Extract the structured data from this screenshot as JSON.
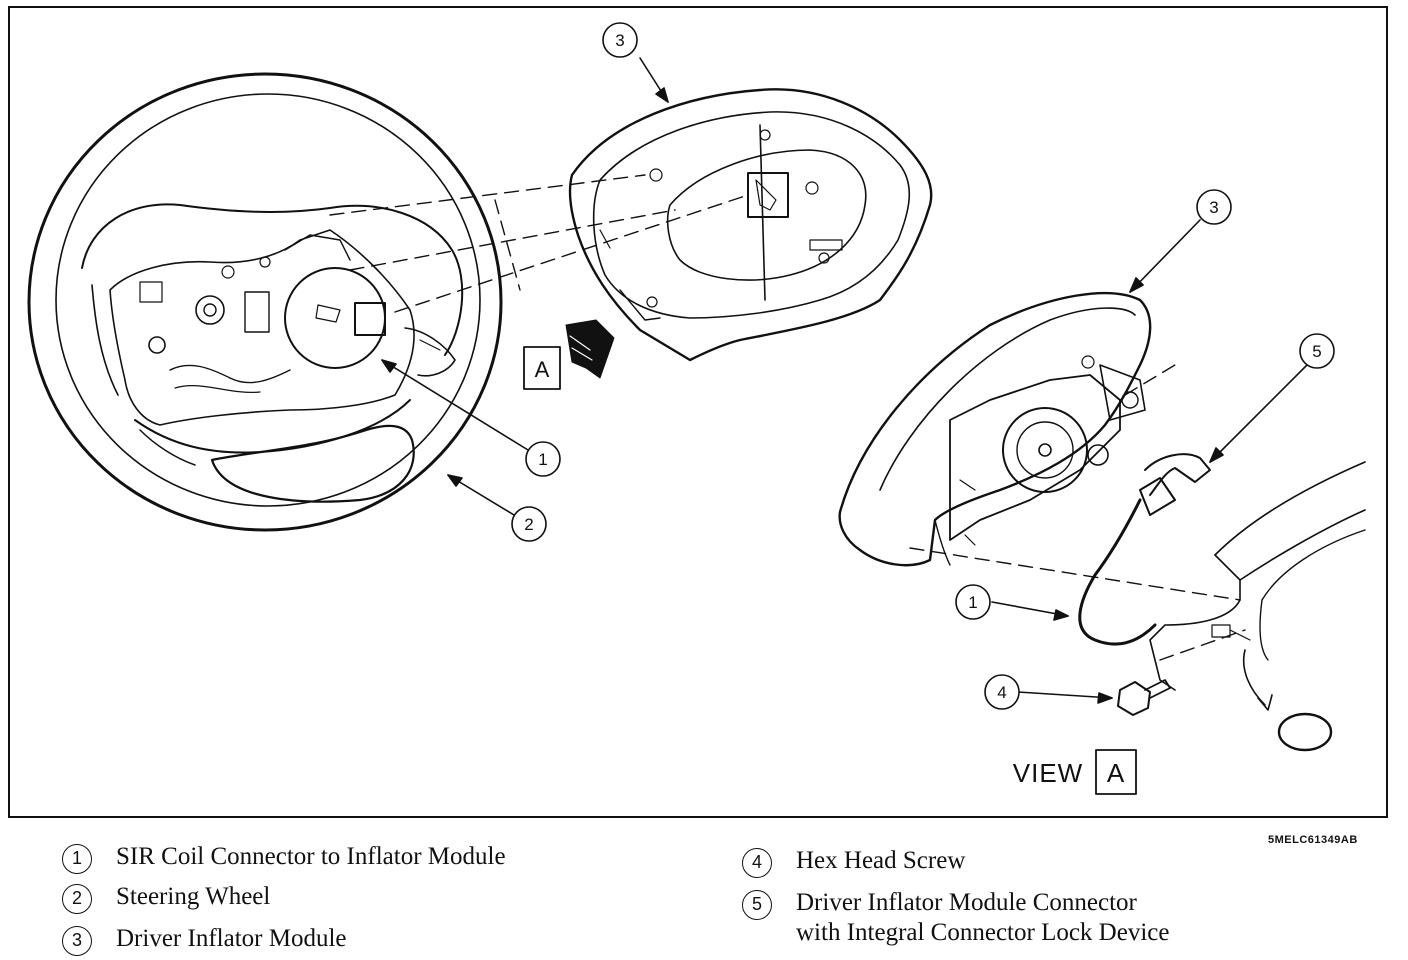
{
  "callouts": [
    {
      "id": "1",
      "label": "1"
    },
    {
      "id": "2",
      "label": "2"
    },
    {
      "id": "3",
      "label": "3"
    },
    {
      "id": "4",
      "label": "4"
    },
    {
      "id": "5",
      "label": "5"
    }
  ],
  "view_marker": "A",
  "view_caption": "VIEW",
  "view_letter": "A",
  "figure_code": "5MELC61349AB",
  "legend": [
    {
      "num": "1",
      "label": "SIR Coil Connector to Inflator Module"
    },
    {
      "num": "2",
      "label": "Steering Wheel"
    },
    {
      "num": "3",
      "label": "Driver Inflator Module"
    },
    {
      "num": "4",
      "label": "Hex Head Screw"
    },
    {
      "num": "5",
      "label_line1": "Driver Inflator Module Connector",
      "label_line2": "with Integral Connector Lock Device"
    }
  ]
}
